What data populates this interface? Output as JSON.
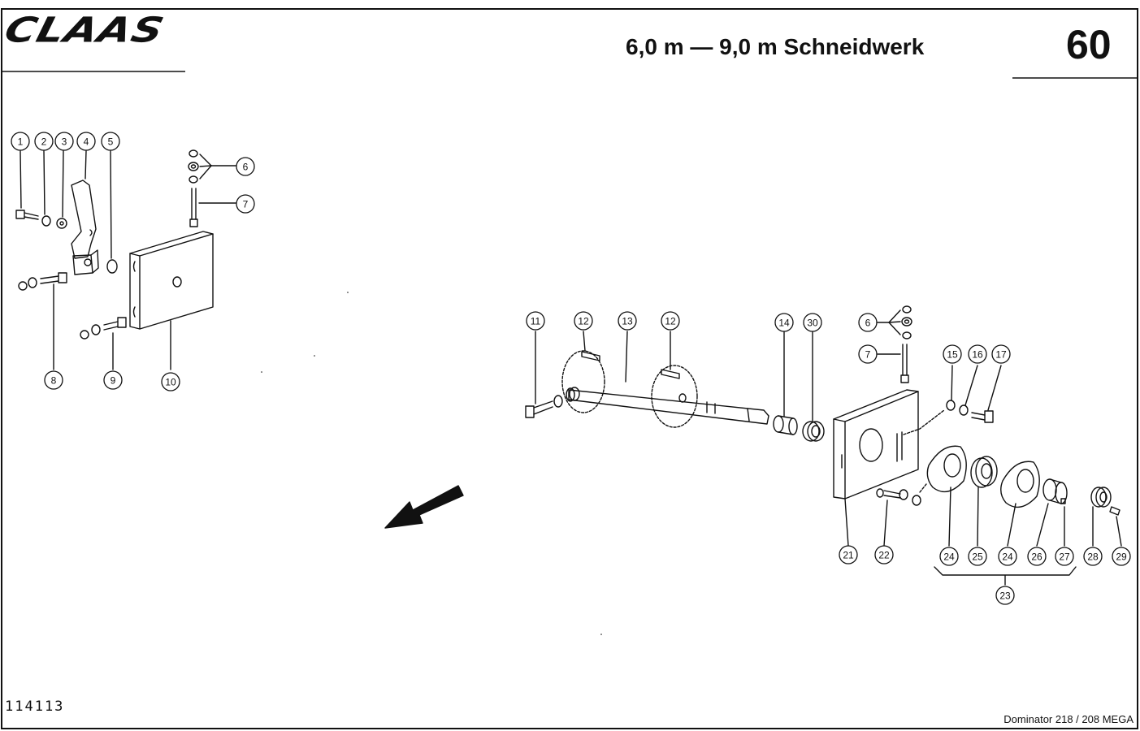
{
  "header": {
    "brand": "CLAAS",
    "title": "6,0 m — 9,0 m Schneidwerk",
    "page_number": "60"
  },
  "footer": {
    "doc_code": "114113",
    "model": "Dominator 218 / 208 MEGA"
  },
  "callouts": {
    "left_group": [
      "1",
      "2",
      "3",
      "4",
      "5",
      "6",
      "7",
      "8",
      "9",
      "10"
    ],
    "right_group": [
      "11",
      "12",
      "13",
      "12",
      "14",
      "30",
      "6",
      "7",
      "15",
      "16",
      "17",
      "21",
      "22",
      "24",
      "25",
      "24",
      "26",
      "27",
      "28",
      "29",
      "23"
    ]
  }
}
